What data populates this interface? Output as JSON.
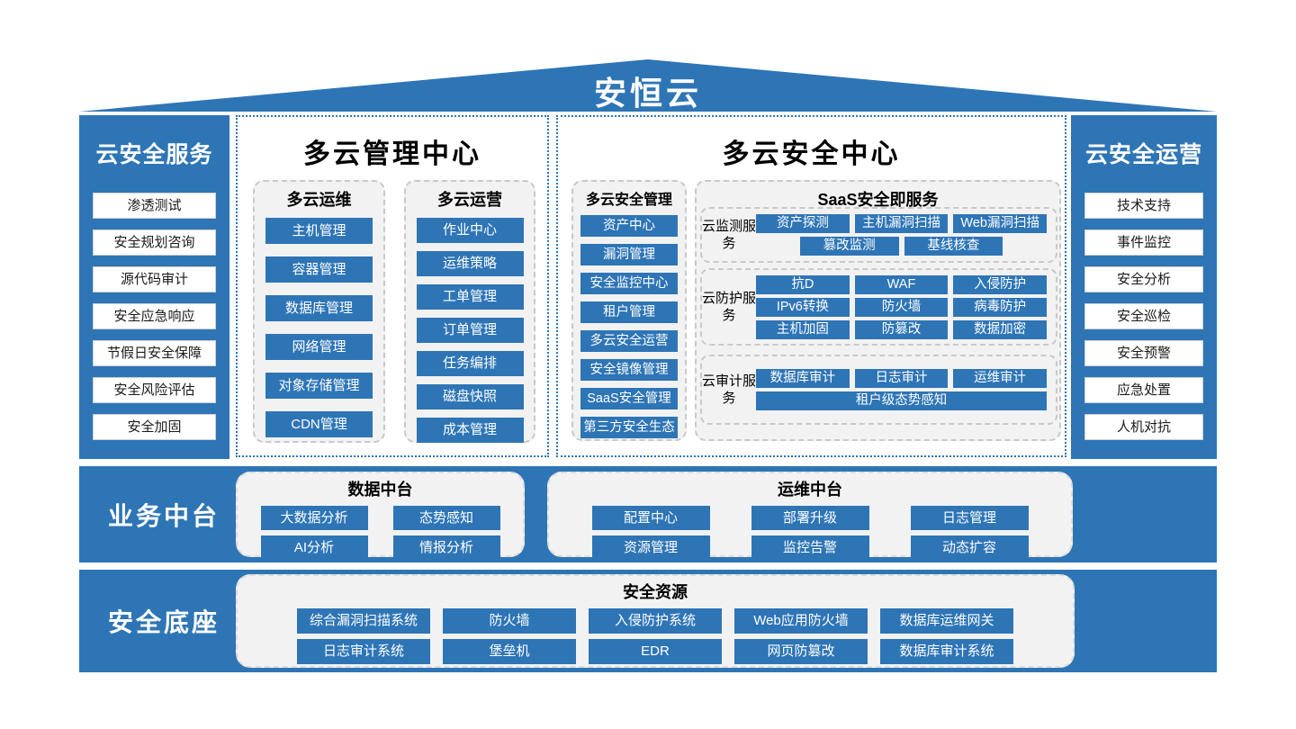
{
  "title": "安恒云",
  "colors": {
    "primary": "#2E75B6",
    "panel_bg": "#F2F2F2",
    "text_dark": "#000000",
    "text_light": "#FFFFFF"
  },
  "left_sidebar": {
    "title": "云安全服务",
    "items": [
      "渗透测试",
      "安全规划咨询",
      "源代码审计",
      "安全应急响应",
      "节假日安全保障",
      "安全风险评估",
      "安全加固"
    ]
  },
  "right_sidebar": {
    "title": "云安全运营",
    "items": [
      "技术支持",
      "事件监控",
      "安全分析",
      "安全巡检",
      "安全预警",
      "应急处置",
      "人机对抗"
    ]
  },
  "management_center": {
    "title": "多云管理中心",
    "groups": [
      {
        "title": "多云运维",
        "items": [
          "主机管理",
          "容器管理",
          "数据库管理",
          "网络管理",
          "对象存储管理",
          "CDN管理"
        ]
      },
      {
        "title": "多云运营",
        "items": [
          "作业中心",
          "运维策略",
          "工单管理",
          "订单管理",
          "任务编排",
          "磁盘快照",
          "成本管理"
        ]
      }
    ]
  },
  "security_center": {
    "title": "多云安全中心",
    "management": {
      "title": "多云安全管理",
      "items": [
        "资产中心",
        "漏洞管理",
        "安全监控中心",
        "租户管理",
        "多云安全运营",
        "安全镜像管理",
        "SaaS安全管理",
        "第三方安全生态"
      ]
    },
    "saas": {
      "title": "SaaS安全即服务",
      "monitor": {
        "label": "云监测服务",
        "row1": [
          "资产探测",
          "主机漏洞扫描",
          "Web漏洞扫描"
        ],
        "row2": [
          "篡改监测",
          "基线核查"
        ]
      },
      "protect": {
        "label": "云防护服务",
        "rows": [
          [
            "抗D",
            "WAF",
            "入侵防护"
          ],
          [
            "IPv6转换",
            "防火墙",
            "病毒防护"
          ],
          [
            "主机加固",
            "防篡改",
            "数据加密"
          ]
        ]
      },
      "audit": {
        "label": "云审计服务",
        "row1": [
          "数据库审计",
          "日志审计",
          "运维审计"
        ],
        "row2_full": "租户级态势感知"
      }
    }
  },
  "business_middle": {
    "label": "业务中台",
    "data_platform": {
      "title": "数据中台",
      "rows": [
        [
          "大数据分析",
          "态势感知"
        ],
        [
          "AI分析",
          "情报分析"
        ]
      ]
    },
    "ops_platform": {
      "title": "运维中台",
      "rows": [
        [
          "配置中心",
          "部署升级",
          "日志管理"
        ],
        [
          "资源管理",
          "监控告警",
          "动态扩容"
        ]
      ]
    }
  },
  "security_base": {
    "label": "安全底座",
    "resources": {
      "title": "安全资源",
      "rows": [
        [
          "综合漏洞扫描系统",
          "防火墙",
          "入侵防护系统",
          "Web应用防火墙",
          "数据库运维网关"
        ],
        [
          "日志审计系统",
          "堡垒机",
          "EDR",
          "网页防篡改",
          "数据库审计系统"
        ]
      ]
    }
  }
}
